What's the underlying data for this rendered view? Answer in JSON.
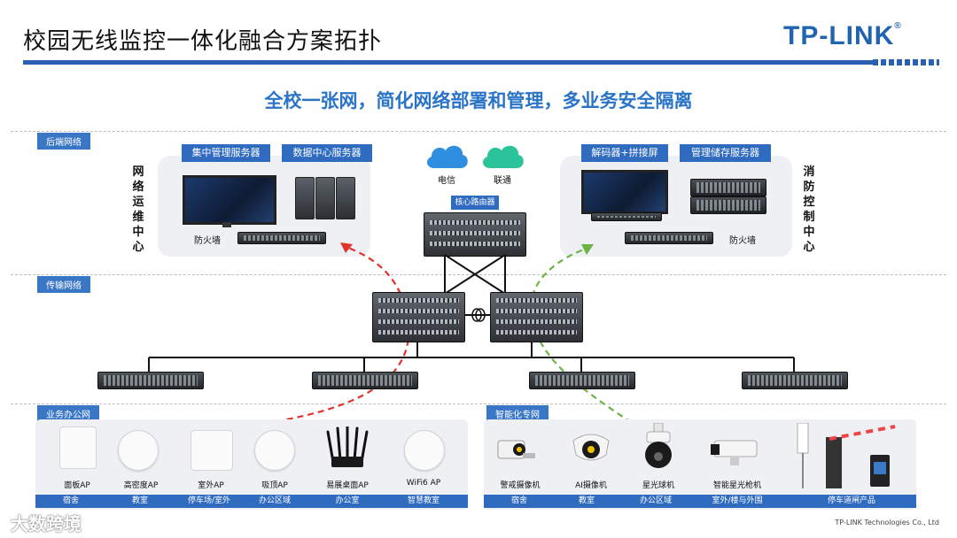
{
  "header": {
    "title": "校园无线监控一体化融合方案拓扑",
    "logo_text": "TP-LINK",
    "logo_reg": "®",
    "slogan": "全校一张网，简化网络部署和管理，多业务安全隔离"
  },
  "bands": {
    "backend": "后端网络",
    "transport": "传输网络",
    "business": "业务办公网",
    "smart": "智能化专网"
  },
  "left_center": {
    "vertical_title": "网络运维中心",
    "label_1": "集中管理服务器",
    "label_2": "数据中心服务器",
    "firewall": "防火墙"
  },
  "right_center": {
    "vertical_title": "消防控制中心",
    "label_1": "解码器+拼接屏",
    "label_2": "管理储存服务器",
    "firewall": "防火墙"
  },
  "core": {
    "isp_1": "电信",
    "isp_2": "联通",
    "router_label": "核心路由器"
  },
  "business_devices": [
    {
      "name": "面板AP",
      "area": "宿舍"
    },
    {
      "name": "高密度AP",
      "area": "教室"
    },
    {
      "name": "室外AP",
      "area": "停车场/室外"
    },
    {
      "name": "吸顶AP",
      "area": "办公区域"
    },
    {
      "name": "易展桌面AP",
      "area": "办公室"
    },
    {
      "name": "WiFi6 AP",
      "area": "智慧教室"
    }
  ],
  "smart_devices": [
    {
      "name": "警戒摄像机",
      "area": "宿舍"
    },
    {
      "name": "AI摄像机",
      "area": "教室"
    },
    {
      "name": "星光球机",
      "area": "办公区域"
    },
    {
      "name": "智能星光枪机",
      "area": "室外/楼与外围"
    },
    {
      "name": "",
      "area": "停车道闸产品"
    }
  ],
  "footer": {
    "copyright": "TP-LINK Technologies Co., Ltd",
    "watermark": "大数跨境"
  },
  "colors": {
    "primary_blue": "#2a60b4",
    "slogan_blue": "#2a74c8",
    "red_flow": "#e0332b",
    "green_flow": "#6cb244",
    "cloud_blue": "#2f8ee0",
    "cloud_green": "#2bc49a"
  }
}
